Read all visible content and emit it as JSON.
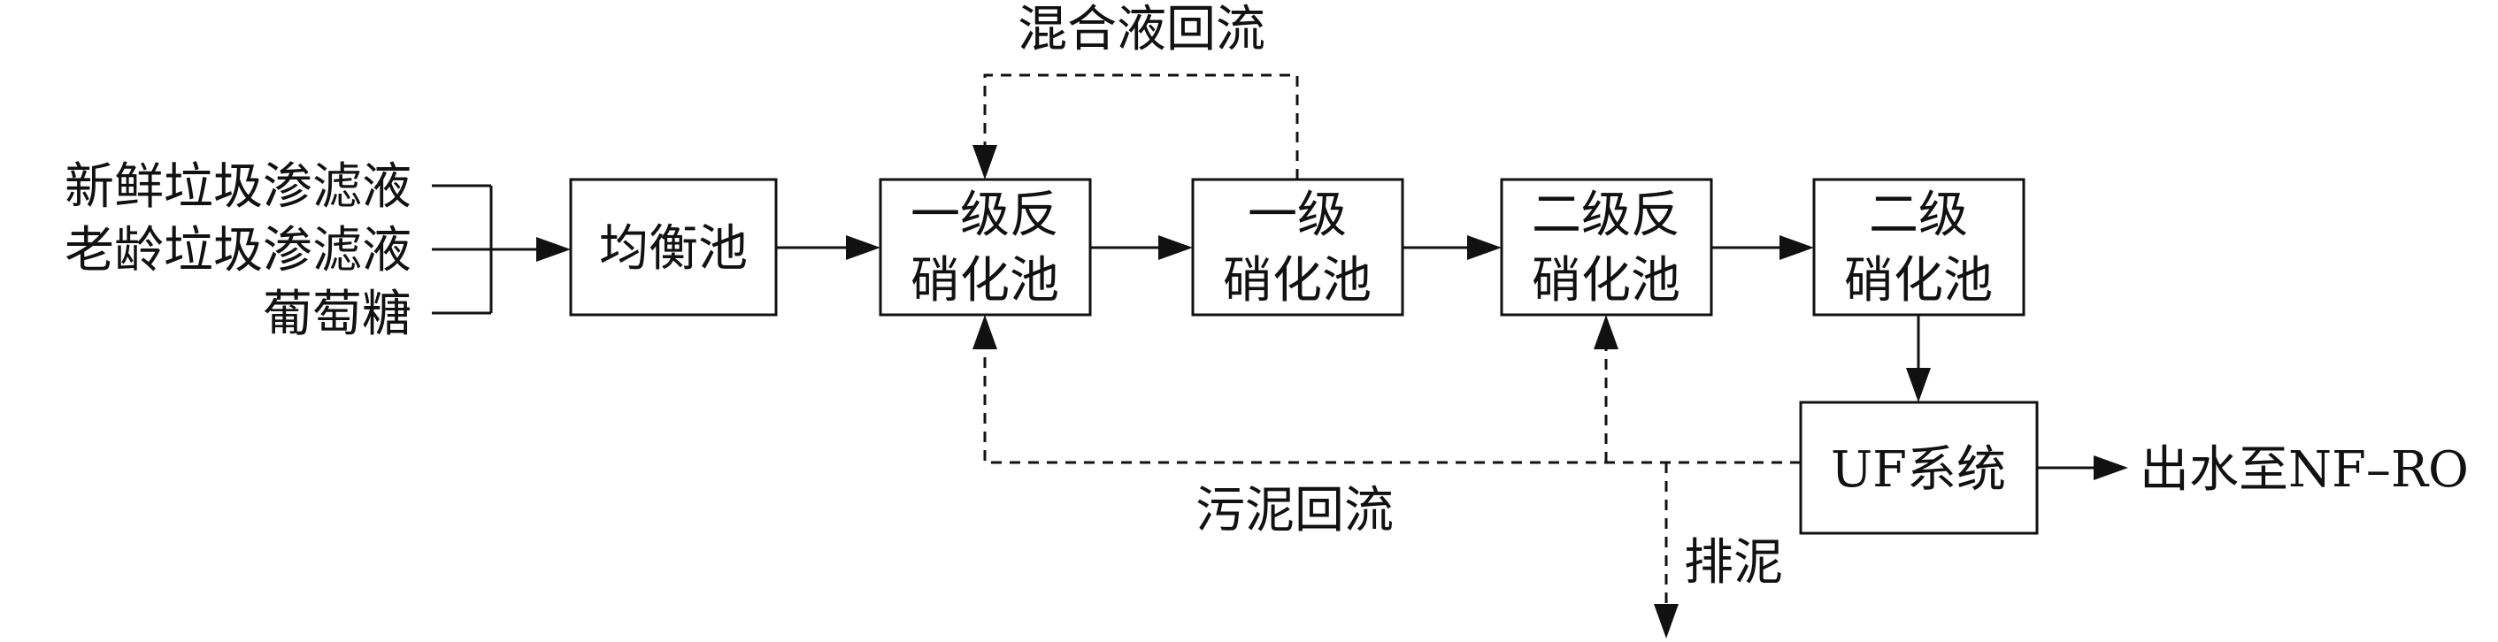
{
  "inputs": [
    "新鲜垃圾渗滤液",
    "老龄垃圾渗滤液",
    "葡萄糖"
  ],
  "units": {
    "equalization": "均衡池",
    "denit1": [
      "一级反",
      "硝化池"
    ],
    "nit1": [
      "一级",
      "硝化池"
    ],
    "denit2": [
      "二级反",
      "硝化池"
    ],
    "nit2": [
      "二级",
      "硝化池"
    ],
    "uf": "UF系统"
  },
  "labels": {
    "mixed_liquor_return": "混合液回流",
    "sludge_return": "污泥回流",
    "sludge_discharge": "排泥",
    "effluent": "出水至NF–RO"
  }
}
